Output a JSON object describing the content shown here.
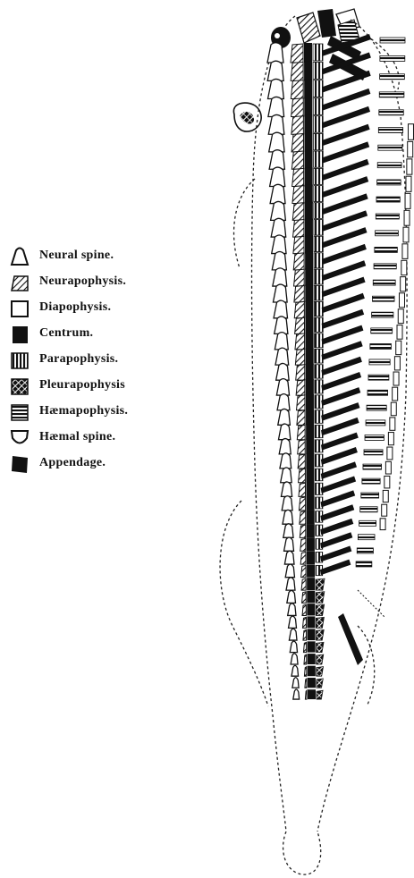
{
  "legend": {
    "items": [
      {
        "key": "neural-spine",
        "label": "Neural spine.",
        "pattern": "outline-rounded"
      },
      {
        "key": "neurapophysis",
        "label": "Neurapophysis.",
        "pattern": "diagonal-hatch"
      },
      {
        "key": "diapophysis",
        "label": "Diapophysis.",
        "pattern": "outline-square"
      },
      {
        "key": "centrum",
        "label": "Centrum.",
        "pattern": "solid-black"
      },
      {
        "key": "parapophysis",
        "label": "Parapophysis.",
        "pattern": "vertical-hatch"
      },
      {
        "key": "pleurapophysis",
        "label": "Pleurapophysis",
        "pattern": "cross-hatch"
      },
      {
        "key": "haemapophysis",
        "label": "Hæmapophysis.",
        "pattern": "horizontal-hatch"
      },
      {
        "key": "haemal-spine",
        "label": "Hæmal spine.",
        "pattern": "outline-shield"
      },
      {
        "key": "appendage",
        "label": "Appendage.",
        "pattern": "solid-black"
      }
    ]
  },
  "colors": {
    "ink": "#111111",
    "paper": "#ffffff"
  }
}
